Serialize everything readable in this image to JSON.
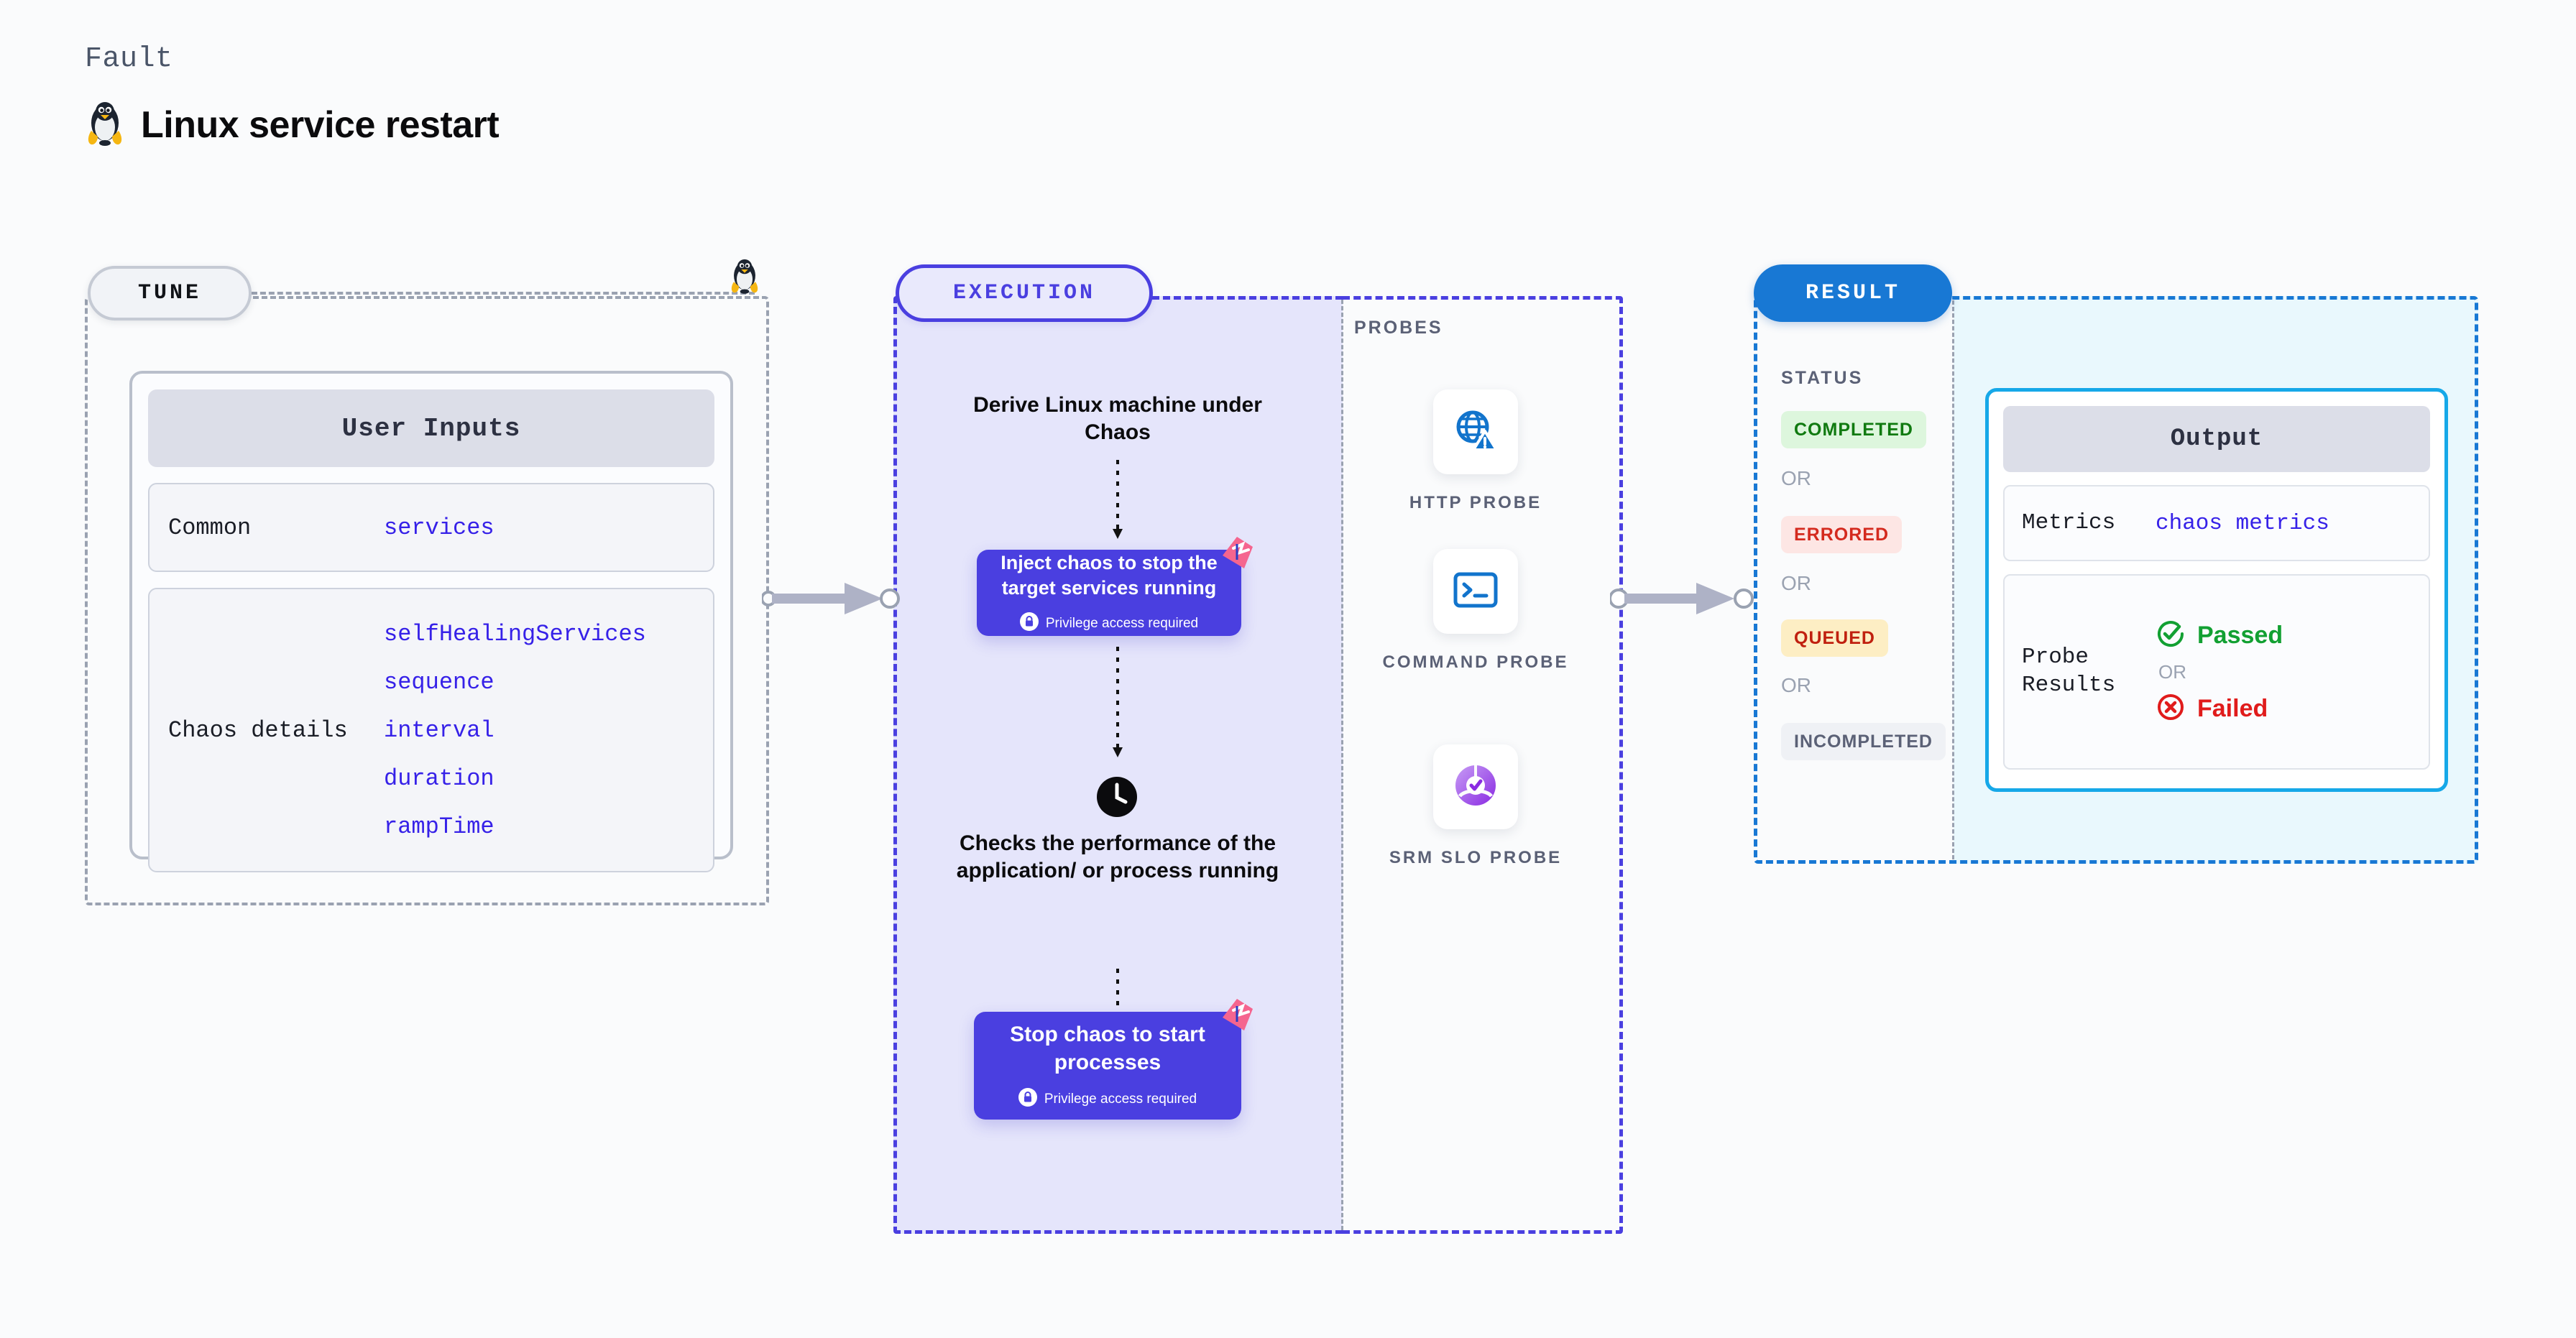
{
  "header": {
    "fault_label": "Fault",
    "title": "Linux service restart",
    "icon": "linux-penguin-icon"
  },
  "tune": {
    "pill_label": "TUNE",
    "penguin_icon": "linux-penguin-icon",
    "card": {
      "header": "User Inputs",
      "rows": [
        {
          "label": "Common",
          "values": [
            "services"
          ]
        },
        {
          "label": "Chaos details",
          "values": [
            "selfHealingServices",
            "sequence",
            "interval",
            "duration",
            "rampTime"
          ]
        }
      ]
    }
  },
  "execution": {
    "pill_label": "EXECUTION",
    "step1_text": "Derive Linux machine under Chaos",
    "node1": {
      "title": "Inject chaos to stop the target services running",
      "privilege": "Privilege access required",
      "lock_icon": "lock-icon",
      "corner_icon": "chaos-badge-icon"
    },
    "clock_icon": "clock-icon",
    "step2_text": "Checks the performance of the application/ or process running",
    "node2": {
      "title": "Stop chaos to start processes",
      "privilege": "Privilege access required",
      "lock_icon": "lock-icon",
      "corner_icon": "chaos-badge-icon"
    }
  },
  "probes": {
    "title": "PROBES",
    "items": [
      {
        "label": "HTTP PROBE",
        "icon": "globe-warning-icon"
      },
      {
        "label": "COMMAND PROBE",
        "icon": "terminal-icon"
      },
      {
        "label": "SRM SLO PROBE",
        "icon": "srm-slo-donut-icon"
      }
    ]
  },
  "result": {
    "pill_label": "RESULT",
    "status_title": "STATUS",
    "or_label": "OR",
    "statuses": [
      {
        "label": "COMPLETED",
        "bg": "#ddf6dd",
        "color": "#107a10"
      },
      {
        "label": "ERRORED",
        "bg": "#fde6e4",
        "color": "#d42a1e"
      },
      {
        "label": "QUEUED",
        "bg": "#fdeec4",
        "color": "#c0200f"
      },
      {
        "label": "INCOMPLETED",
        "bg": "#eff1f5",
        "color": "#5b6176"
      }
    ],
    "output": {
      "header": "Output",
      "metrics_label": "Metrics",
      "metrics_value": "chaos metrics",
      "probe_results_label": "Probe Results",
      "passed": "Passed",
      "failed": "Failed",
      "or_label": "OR",
      "pass_icon": "check-circle-icon",
      "fail_icon": "x-circle-icon"
    }
  },
  "colors": {
    "accent_purple": "#4a3fe0",
    "accent_blue": "#1878d4",
    "output_border": "#16a8e8",
    "value_blue": "#3621e8",
    "badge_pink": "#f5658f"
  }
}
